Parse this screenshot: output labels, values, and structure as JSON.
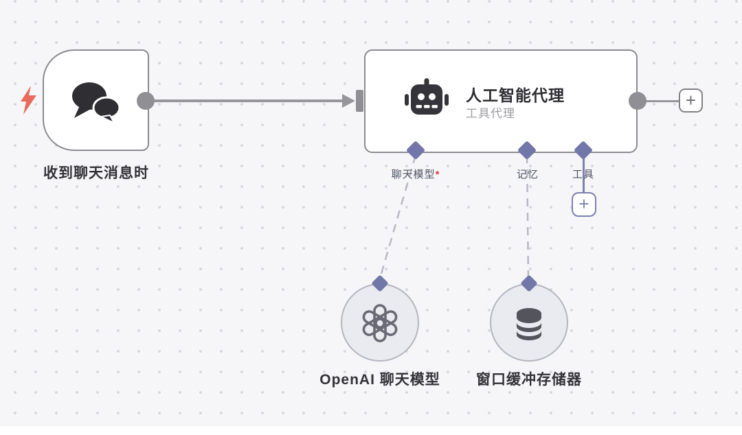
{
  "canvas": {
    "background": "#f6f6f8",
    "dot_color": "#d7d7dd",
    "accent_purple": "#7277a9",
    "connector_gray": "#96969b",
    "trigger_accent": "#e86c5d",
    "required_red": "#d63c3c"
  },
  "nodes": {
    "chat_trigger": {
      "label": "收到聊天消息时",
      "icon": "chat-bubbles-icon"
    },
    "ai_agent": {
      "title": "人工智能代理",
      "subtitle": "工具代理",
      "icon": "robot-icon"
    },
    "openai_model": {
      "label": "OpenAI 聊天模型",
      "icon": "openai-logo-icon"
    },
    "memory": {
      "label": "窗口缓冲存储器",
      "icon": "database-icon"
    }
  },
  "ports": {
    "chat_model": {
      "label": "聊天模型",
      "required_marker": "*"
    },
    "memory": {
      "label": "记忆"
    },
    "tools": {
      "label": "工具"
    }
  },
  "buttons": {
    "add_next_node": "+",
    "add_tool": "+"
  }
}
